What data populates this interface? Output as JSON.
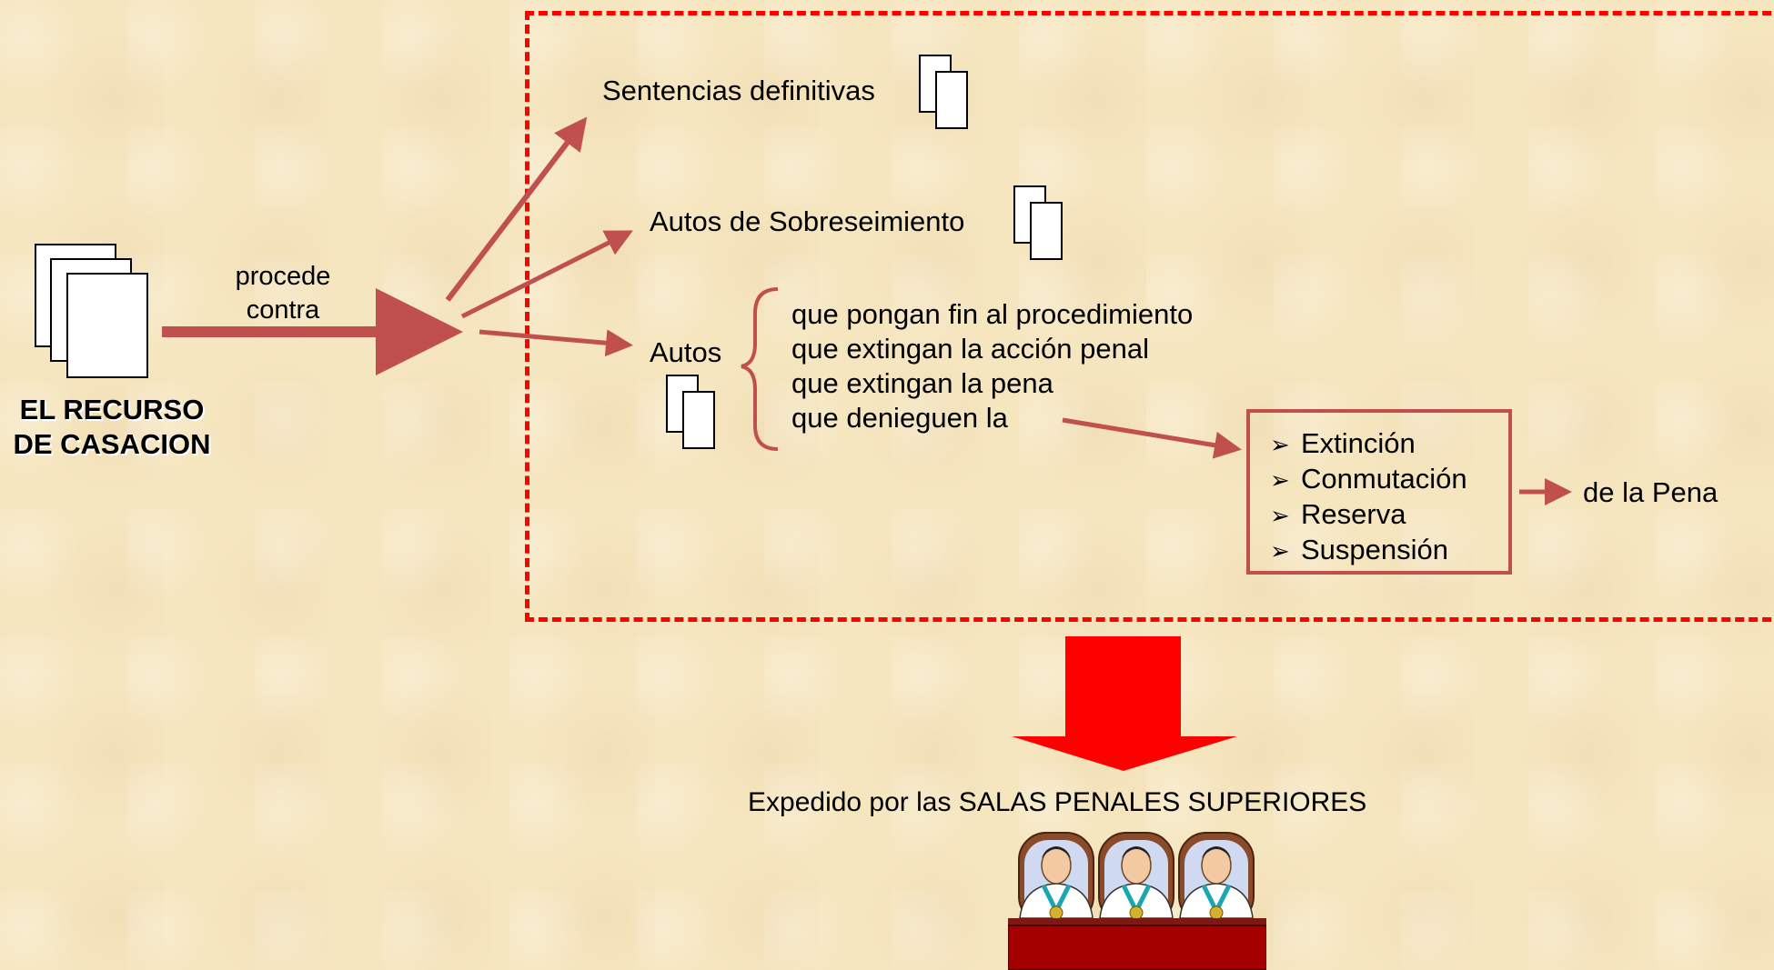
{
  "left": {
    "title_line1": "EL RECURSO",
    "title_line2": "DE CASACION",
    "procede_line1": "procede",
    "procede_line2": "contra"
  },
  "targets": {
    "sentencias": "Sentencias definitivas",
    "sobreseimiento": "Autos de Sobreseimiento",
    "autos": "Autos"
  },
  "autos_conditions": [
    "que pongan fin al procedimiento",
    "que extingan la acción penal",
    "que extingan la pena",
    "que denieguen la"
  ],
  "penalty_box": {
    "items": [
      "Extinción",
      "Conmutación",
      "Reserva",
      "Suspensión"
    ],
    "bullet": "➢"
  },
  "de_la_pena": "de la Pena",
  "expedido": "Expedido por las SALAS PENALES SUPERIORES",
  "colors": {
    "arrow": "#c0504d",
    "dashed_border": "#ff0000",
    "big_arrow": "#ff0000",
    "box_border": "#c0504d",
    "bench": "#a50000"
  },
  "icons": [
    "document-stack-icon",
    "judges-bench-icon",
    "big-down-arrow-icon"
  ]
}
